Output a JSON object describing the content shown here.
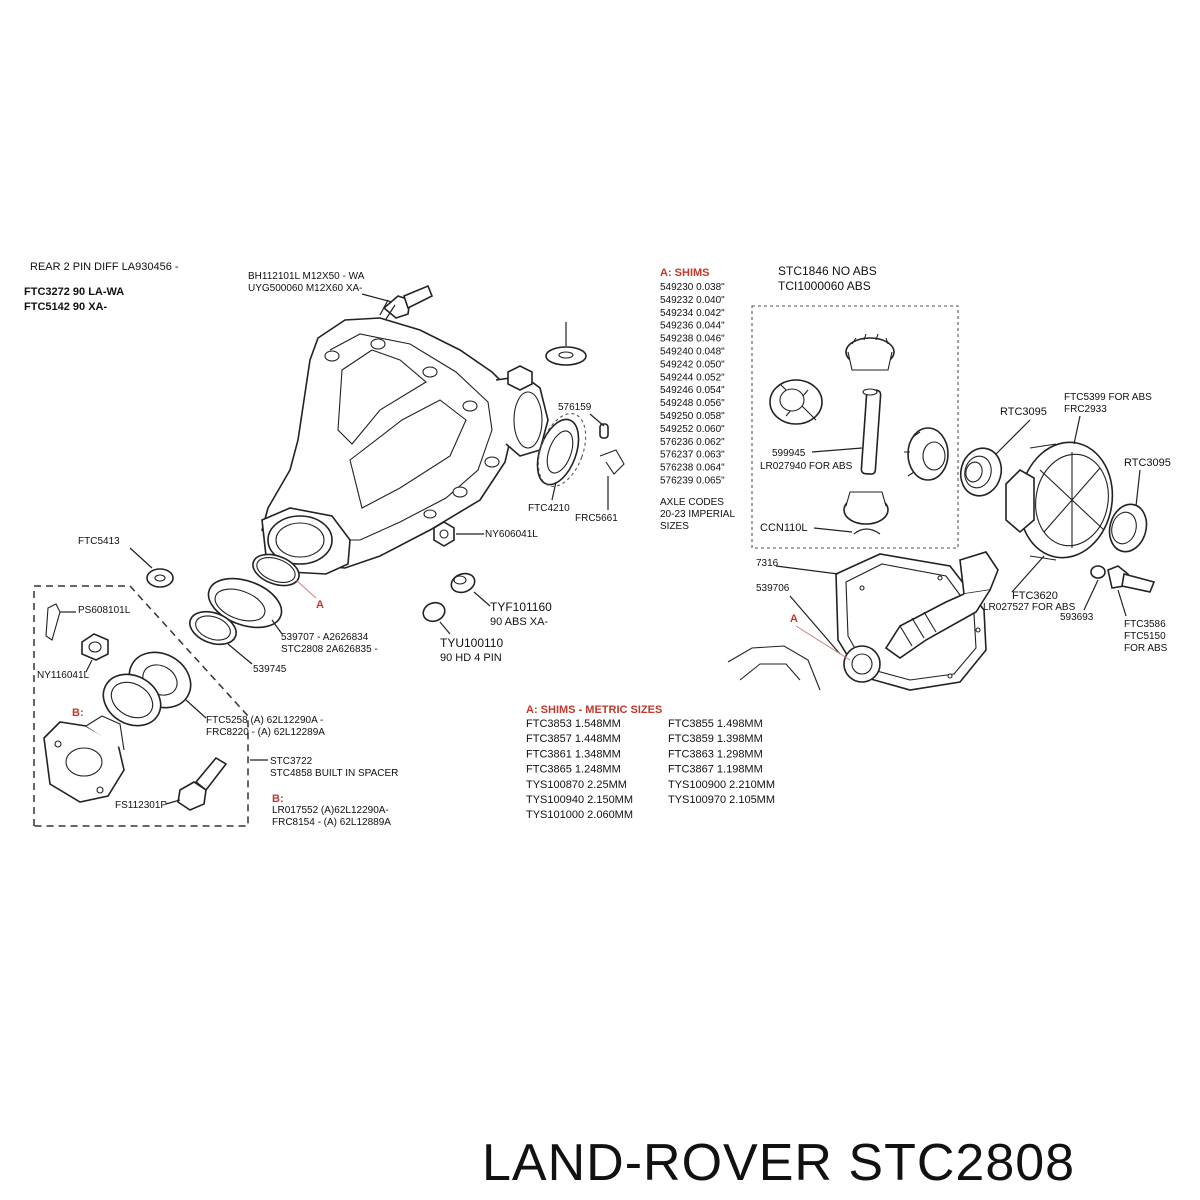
{
  "diagram": {
    "header": {
      "line1": "REAR 2 PIN DIFF LA930456 -",
      "line2": "FTC3272 90 LA-WA",
      "line3": "FTC5142 90 XA-"
    },
    "bolt_label": {
      "line1": "BH112101L M12X50 - WA",
      "line2": "UYG500060 M12X60 XA-"
    },
    "parts": {
      "p576159": "576159",
      "ftc4210": "FTC4210",
      "frc5661": "FRC5661",
      "ny606041l": "NY606041L",
      "ftc5413": "FTC5413",
      "ps608101l": "PS608101L",
      "ny116041l": "NY116041L",
      "b_marker": "B:",
      "ftc5258_l1": "FTC5258 (A) 62L12290A -",
      "ftc5258_l2": "FRC8220 - (A) 62L12289A",
      "stc3722_l1": "STC3722",
      "stc3722_l2": "STC4858 BUILT IN SPACER",
      "fs112301p": "FS112301P",
      "b2_marker": "B:",
      "lr017552_l1": "LR017552 (A)62L12290A-",
      "lr017552_l2": "FRC8154 - (A) 62L12889A",
      "a_marker_left": "A",
      "p539707_l1": "539707 - A2626834",
      "p539707_l2": "STC2808 2A626835 -",
      "p539745": "539745",
      "tyf101160_l1": "TYF101160",
      "tyf101160_l2": "90 ABS XA-",
      "tyu100110_l1": "TYU100110",
      "tyu100110_l2": "90 HD 4 PIN",
      "stc1846_l1": "STC1846 NO ABS",
      "stc1846_l2": "TCI1000060 ABS",
      "p599945": "599945",
      "lr027940": "LR027940 FOR ABS",
      "ccn110l": "CCN110L",
      "ftc5399_l1": "FTC5399 FOR ABS",
      "ftc5399_l2": "FRC2933",
      "rtc3095_a": "RTC3095",
      "rtc3095_b": "RTC3095",
      "p7316": "7316",
      "p539706": "539706",
      "a_marker_right": "A",
      "ftc3620": "FTC3620",
      "lr027527": "LR027527 FOR ABS",
      "p593693": "593693",
      "ftc3586_l1": "FTC3586",
      "ftc3586_l2": "FTC5150",
      "ftc3586_l3": "FOR ABS"
    },
    "shims_imperial": {
      "title": "A: SHIMS",
      "rows": [
        "549230 0.038\"",
        "549232 0.040\"",
        "549234 0.042\"",
        "549236 0.044\"",
        "549238 0.046\"",
        "549240 0.048\"",
        "549242 0.050\"",
        "549244 0.052\"",
        "549246 0.054\"",
        "549248 0.056\"",
        "549250 0.058\"",
        "549252 0.060\"",
        "576236 0.062\"",
        "576237 0.063\"",
        "576238 0.064\"",
        "576239 0.065\""
      ],
      "codes_l1": "AXLE CODES",
      "codes_l2": "20-23 IMPERIAL",
      "codes_l3": "SIZES"
    },
    "shims_metric": {
      "title": "A: SHIMS - METRIC SIZES",
      "left": [
        "FTC3853 1.548MM",
        "FTC3857 1.448MM",
        "FTC3861 1.348MM",
        "FTC3865 1.248MM",
        "TYS100870 2.25MM",
        "TYS100940 2.150MM",
        "TYS101000 2.060MM"
      ],
      "right": [
        "FTC3855 1.498MM",
        "FTC3859 1.398MM",
        "FTC3863 1.298MM",
        "FTC3867 1.198MM",
        "TYS100900 2.210MM",
        "TYS100970 2.105MM"
      ]
    },
    "brand_title": "LAND-ROVER STC2808"
  }
}
